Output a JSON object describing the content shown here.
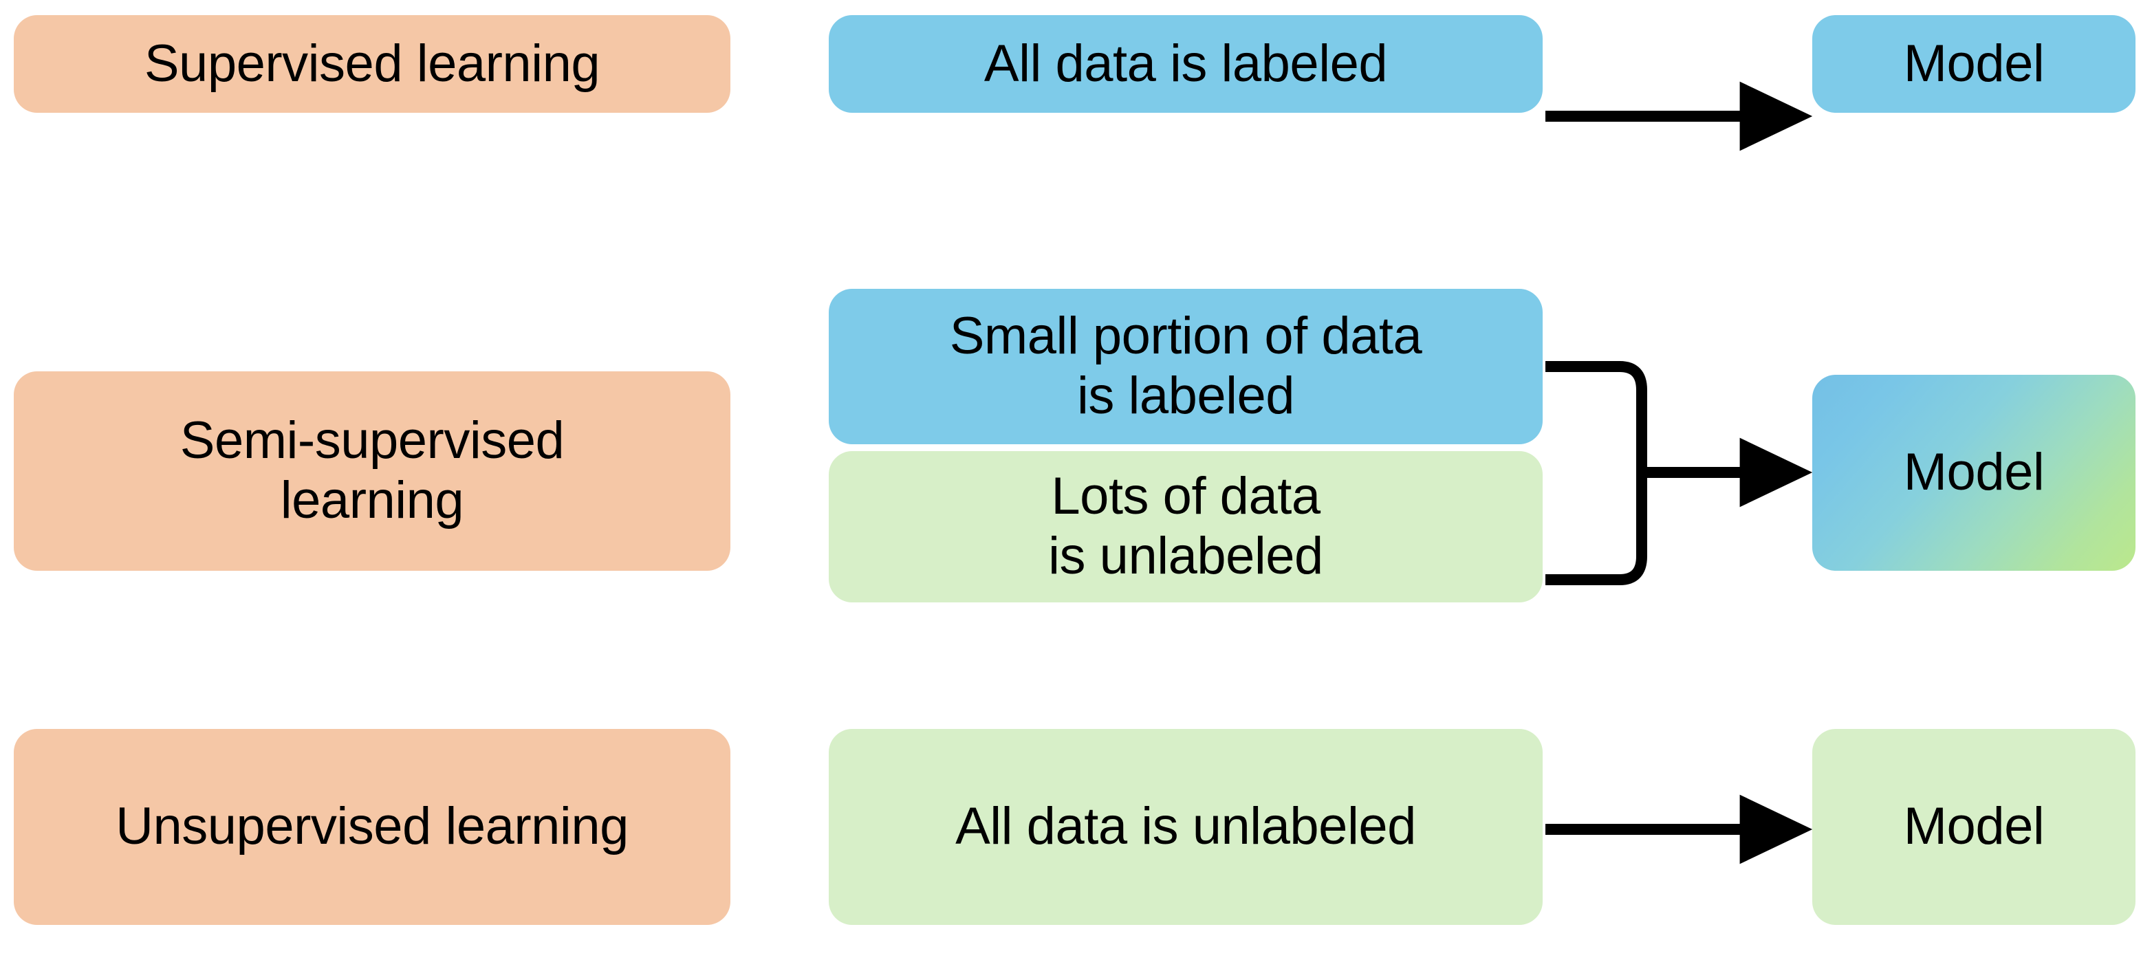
{
  "diagram": {
    "title_visible": false,
    "type": "machine-learning-paradigms-flow",
    "colors": {
      "category_fill": "#F5C7A6",
      "labeled_fill": "#7ECBE9",
      "unlabeled_fill": "#D7EFC8",
      "model_gradient_from": "#74C0E6",
      "model_gradient_to": "#BBE88C",
      "arrow": "#000000",
      "text": "#000000",
      "background": "#FFFFFF"
    },
    "rows": [
      {
        "category": "Supervised learning",
        "data_boxes": [
          {
            "label": "All data is labeled",
            "kind": "labeled"
          }
        ],
        "connector": "straight-arrow",
        "model": {
          "label": "Model",
          "fill": "labeled"
        }
      },
      {
        "category": "Semi-supervised\nlearning",
        "data_boxes": [
          {
            "label": "Small portion of data\nis labeled",
            "kind": "labeled"
          },
          {
            "label": "Lots of data\nis unlabeled",
            "kind": "unlabeled"
          }
        ],
        "connector": "merge-bracket-arrow",
        "model": {
          "label": "Model",
          "fill": "gradient"
        }
      },
      {
        "category": "Unsupervised learning",
        "data_boxes": [
          {
            "label": "All data is unlabeled",
            "kind": "unlabeled"
          }
        ],
        "connector": "straight-arrow",
        "model": {
          "label": "Model",
          "fill": "unlabeled"
        }
      }
    ]
  }
}
